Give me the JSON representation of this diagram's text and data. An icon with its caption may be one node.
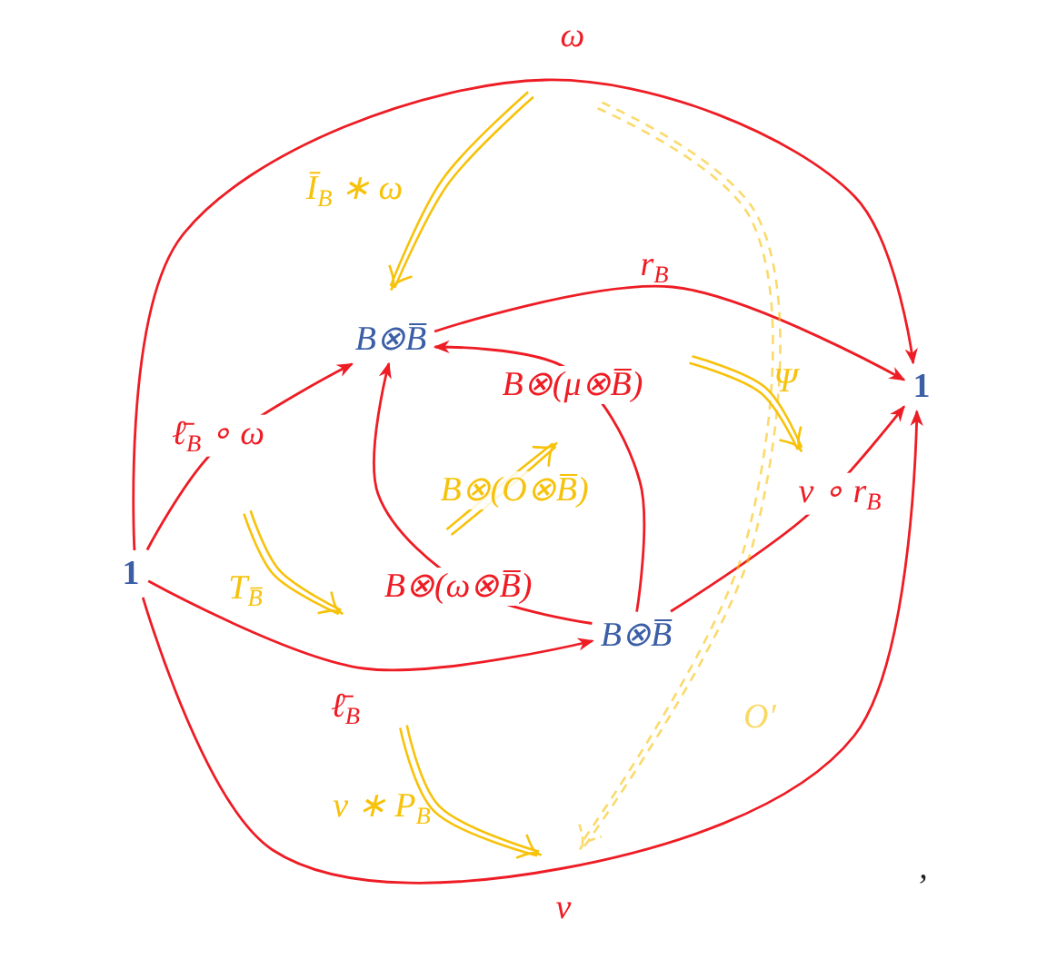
{
  "diagram": {
    "nodes": [
      {
        "text": [
          "1"
        ]
      },
      {
        "text": [
          "B⊗B̅"
        ]
      },
      {
        "text": [
          "1"
        ]
      },
      {
        "text": [
          "B⊗B̅"
        ]
      }
    ],
    "edges": [
      {
        "from": 0,
        "to": 2,
        "arrow": "to",
        "label": "ω"
      },
      {
        "from": 1,
        "to": 2,
        "arrow": "to",
        "label": "r$_{B}$"
      },
      {
        "from": 0,
        "to": 1,
        "arrow": "to",
        "label": "ℓ̄$_{B}$ ∘ ω"
      },
      {
        "from": 3,
        "to": 2,
        "arrow": "to",
        "label": "ν ∘ r$_{B}$"
      },
      {
        "from": 0,
        "to": 3,
        "arrow": "to",
        "label": "ℓ̄$_{B}$"
      },
      {
        "from": 0,
        "to": 2,
        "arrow": "to",
        "label": "ν"
      },
      {
        "from": 3,
        "to": 1,
        "arrow": "to",
        "label": "B⊗(μ⊗B̅)"
      },
      {
        "from": 3,
        "to": 1,
        "arrow": "to",
        "label": "B⊗(ω⊗B̅)"
      }
    ],
    "labels": [
      "Ī$_{B}$ ∗ ω",
      "Ψ",
      "T$_{B̅}$",
      "B⊗(O⊗B̅)",
      "O′",
      "ν ∗ P$_{B}$",
      ","
    ]
  }
}
